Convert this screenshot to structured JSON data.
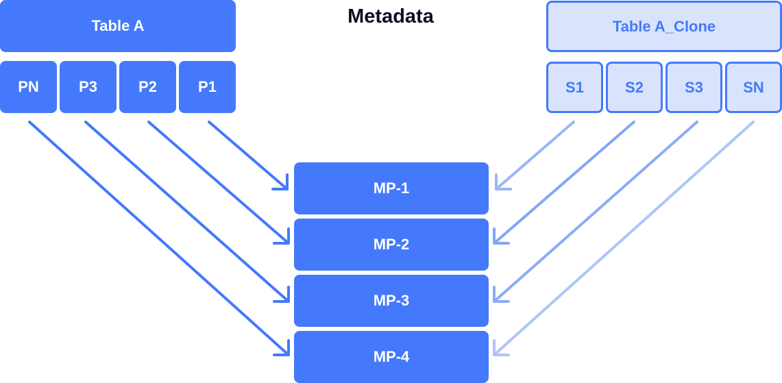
{
  "title": "Metadata",
  "left_table": {
    "name": "Table A",
    "partitions": [
      "PN",
      "P3",
      "P2",
      "P1"
    ]
  },
  "right_table": {
    "name": "Table A_Clone",
    "partitions": [
      "S1",
      "S2",
      "S3",
      "SN"
    ]
  },
  "metadata_pointers": [
    "MP-1",
    "MP-2",
    "MP-3",
    "MP-4"
  ],
  "colors": {
    "primary": "#4479fb",
    "light_fill": "#d9e4fc",
    "title_text": "#0b0d26",
    "clone_arrow_shades": [
      "#9ab6f8",
      "#83a6f7",
      "#8cacf7",
      "#aec5f8"
    ]
  },
  "links": {
    "left": [
      {
        "from": "PN",
        "to": "MP-4"
      },
      {
        "from": "P3",
        "to": "MP-3"
      },
      {
        "from": "P2",
        "to": "MP-2"
      },
      {
        "from": "P1",
        "to": "MP-1"
      }
    ],
    "right": [
      {
        "from": "S1",
        "to": "MP-1"
      },
      {
        "from": "S2",
        "to": "MP-2"
      },
      {
        "from": "S3",
        "to": "MP-3"
      },
      {
        "from": "SN",
        "to": "MP-4"
      }
    ]
  }
}
